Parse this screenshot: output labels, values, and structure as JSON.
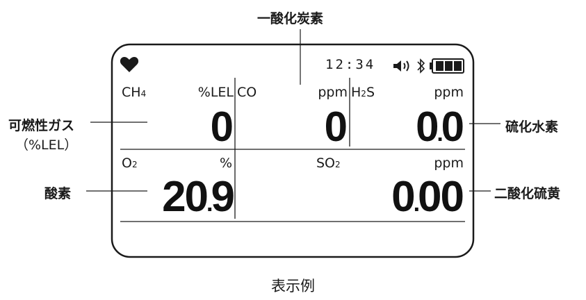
{
  "callouts": {
    "top": "一酸化炭素",
    "left_1_line1": "可燃性ガス",
    "left_1_line2": "（%LEL）",
    "left_2": "酸素",
    "right_1": "硫化水素",
    "right_2": "二酸化硫黄"
  },
  "screen": {
    "status": {
      "time": "12:34",
      "icons": [
        "heart-icon",
        "speaker-icon",
        "bluetooth-icon",
        "battery-icon"
      ],
      "battery_level": 1.0
    },
    "cells": [
      {
        "gas": "CH",
        "sub": "4",
        "unit": "%LEL",
        "value_int": "0",
        "value_dec": ""
      },
      {
        "gas": "CO",
        "sub": "",
        "unit": "ppm",
        "value_int": "0",
        "value_dec": ""
      },
      {
        "gas": "H",
        "sub": "2",
        "gas_tail": "S",
        "unit": "ppm",
        "value_int": "0",
        "value_dec": "0"
      },
      {
        "gas": "O",
        "sub": "2",
        "unit": "%",
        "value_int": "20",
        "value_dec": "9"
      },
      {
        "gas": "SO",
        "sub": "2",
        "unit": "ppm",
        "value_int": "0",
        "value_dec": "00"
      }
    ]
  },
  "caption": "表示例",
  "colors": {
    "line": "#1a1a1a",
    "background": "#ffffff"
  }
}
